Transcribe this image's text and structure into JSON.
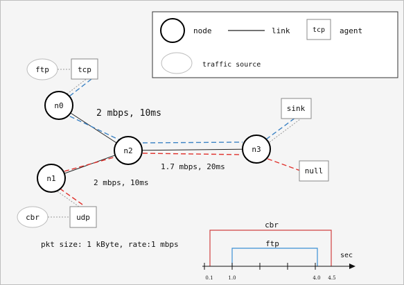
{
  "legend": {
    "node_label": "node",
    "link_label": "link",
    "agent_box_text": "tcp",
    "agent_label": "agent",
    "traffic_label": "traffic source"
  },
  "nodes": {
    "n0": "n0",
    "n1": "n1",
    "n2": "n2",
    "n3": "n3"
  },
  "agents": {
    "ftp_source": "ftp",
    "tcp_agent": "tcp",
    "cbr_source": "cbr",
    "udp_agent": "udp",
    "sink_agent": "sink",
    "null_agent": "null"
  },
  "link_labels": {
    "n0_n2": "2 mbps, 10ms",
    "n2_n3": "1.7 mbps, 20ms",
    "n1_n2": "2 mbps, 10ms"
  },
  "packet_info": "pkt size: 1 kByte, rate:1 mbps",
  "timeline": {
    "cbr_label": "cbr",
    "ftp_label": "ftp",
    "axis_label": "sec",
    "ticks": {
      "t01": "0.1",
      "t10": "1.0",
      "t40": "4.0",
      "t45": "4.5"
    }
  },
  "colors": {
    "tcp_flow": "#3b82c4",
    "udp_flow": "#e0302b",
    "cbr_bar": "#d04040",
    "ftp_bar": "#3b8fd4"
  }
}
